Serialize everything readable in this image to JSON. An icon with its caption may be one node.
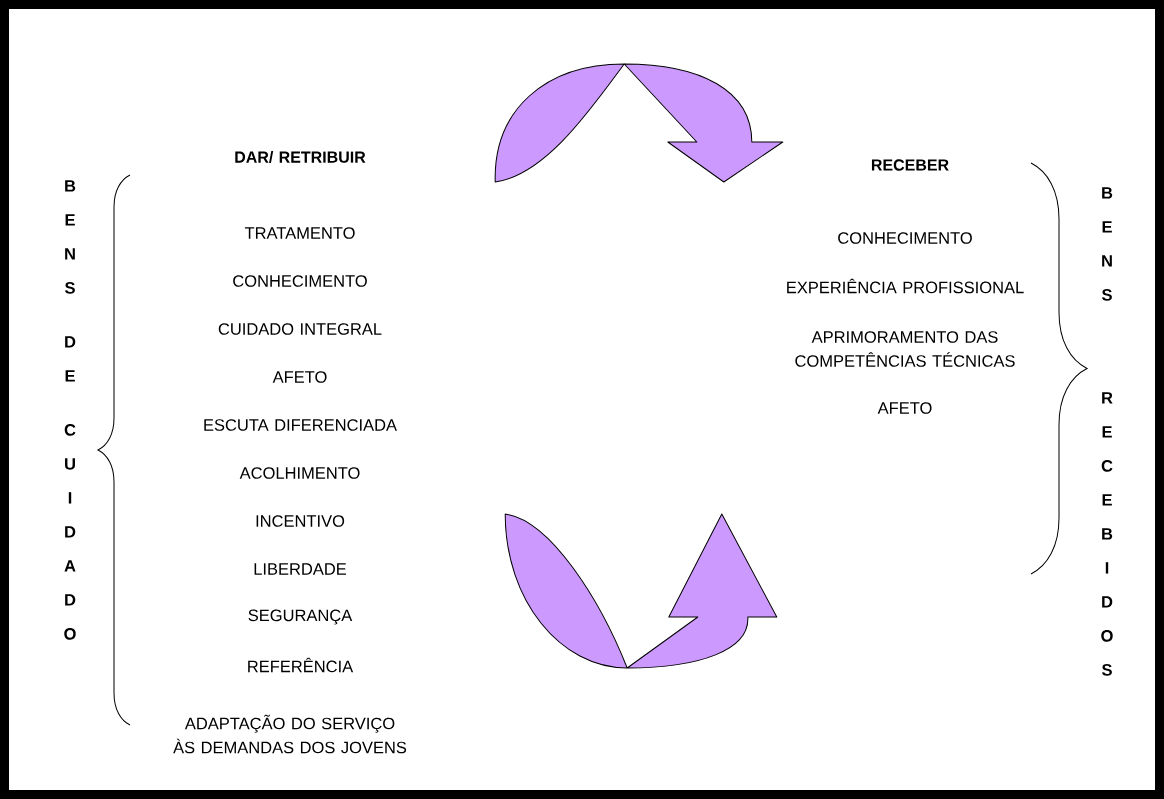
{
  "diagram": {
    "nodes": [
      {
        "text": [
          "DAR/ RETRIBUIR",
          "TRATAMENTO",
          "CONHECIMENTO",
          "CUIDADO INTEGRAL",
          "AFETO",
          "ESCUTA DIFERENCIADA",
          "ACOLHIMENTO",
          "INCENTIVO",
          "LIBERDADE",
          "SEGURANÇA",
          "REFERÊNCIA",
          "ADAPTAÇÃO DO SERVIÇO ÀS DEMANDAS DOS JOVENS"
        ]
      },
      {
        "text": [
          "RECEBER",
          "CONHECIMENTO",
          "EXPERIÊNCIA PROFISSIONAL",
          "APRIMORAMENTO DAS COMPETÊNCIAS TÉCNICAS",
          "AFETO"
        ]
      }
    ],
    "edges": [
      {
        "from": 0,
        "to": 1,
        "arrow": "to"
      },
      {
        "from": 0,
        "to": 1,
        "arrow": "to"
      }
    ],
    "labels": [
      "BENS DE CUIDADO",
      "BENS RECEBIDOS"
    ]
  }
}
